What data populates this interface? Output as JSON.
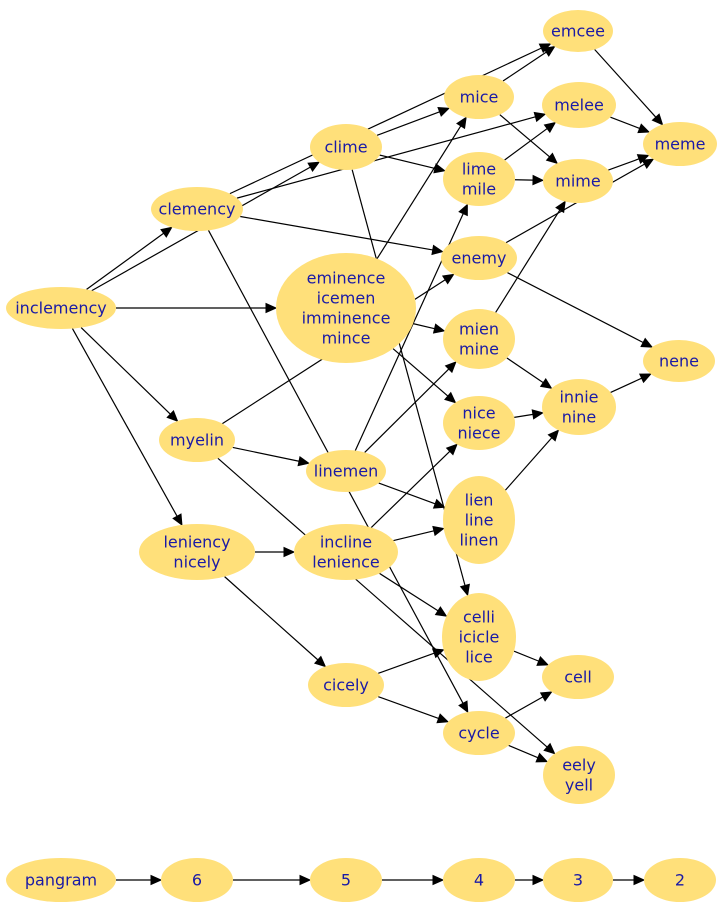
{
  "nodes": [
    {
      "id": "inclemency",
      "lines": [
        "inclemency"
      ]
    },
    {
      "id": "clemency",
      "lines": [
        "clemency"
      ]
    },
    {
      "id": "clime",
      "lines": [
        "clime"
      ]
    },
    {
      "id": "emcee",
      "lines": [
        "emcee"
      ]
    },
    {
      "id": "mice",
      "lines": [
        "mice"
      ]
    },
    {
      "id": "melee",
      "lines": [
        "melee"
      ]
    },
    {
      "id": "meme",
      "lines": [
        "meme"
      ]
    },
    {
      "id": "lime",
      "lines": [
        "lime",
        "mile"
      ]
    },
    {
      "id": "mime",
      "lines": [
        "mime"
      ]
    },
    {
      "id": "enemy",
      "lines": [
        "enemy"
      ]
    },
    {
      "id": "eminence",
      "lines": [
        "eminence",
        "icemen",
        "imminence",
        "mince"
      ]
    },
    {
      "id": "mien",
      "lines": [
        "mien",
        "mine"
      ]
    },
    {
      "id": "nene",
      "lines": [
        "nene"
      ]
    },
    {
      "id": "innie",
      "lines": [
        "innie",
        "nine"
      ]
    },
    {
      "id": "nice",
      "lines": [
        "nice",
        "niece"
      ]
    },
    {
      "id": "myelin",
      "lines": [
        "myelin"
      ]
    },
    {
      "id": "linemen",
      "lines": [
        "linemen"
      ]
    },
    {
      "id": "lien",
      "lines": [
        "lien",
        "line",
        "linen"
      ]
    },
    {
      "id": "leniency",
      "lines": [
        "leniency",
        "nicely"
      ]
    },
    {
      "id": "incline",
      "lines": [
        "incline",
        "lenience"
      ]
    },
    {
      "id": "celli",
      "lines": [
        "celli",
        "icicle",
        "lice"
      ]
    },
    {
      "id": "cell",
      "lines": [
        "cell"
      ]
    },
    {
      "id": "cicely",
      "lines": [
        "cicely"
      ]
    },
    {
      "id": "cycle",
      "lines": [
        "cycle"
      ]
    },
    {
      "id": "eely",
      "lines": [
        "eely",
        "yell"
      ]
    },
    {
      "id": "pangram",
      "lines": [
        "pangram"
      ]
    },
    {
      "id": "n6",
      "lines": [
        "6"
      ]
    },
    {
      "id": "n5",
      "lines": [
        "5"
      ]
    },
    {
      "id": "n4",
      "lines": [
        "4"
      ]
    },
    {
      "id": "n3",
      "lines": [
        "3"
      ]
    },
    {
      "id": "n2",
      "lines": [
        "2"
      ]
    }
  ],
  "edges": [
    [
      "inclemency",
      "clemency"
    ],
    [
      "inclemency",
      "clime"
    ],
    [
      "inclemency",
      "eminence"
    ],
    [
      "inclemency",
      "myelin"
    ],
    [
      "inclemency",
      "leniency"
    ],
    [
      "clemency",
      "emcee"
    ],
    [
      "clemency",
      "melee"
    ],
    [
      "clemency",
      "enemy"
    ],
    [
      "clemency",
      "cycle"
    ],
    [
      "clime",
      "mice"
    ],
    [
      "clime",
      "lime"
    ],
    [
      "clime",
      "celli"
    ],
    [
      "mice",
      "emcee"
    ],
    [
      "mice",
      "mime"
    ],
    [
      "emcee",
      "meme"
    ],
    [
      "melee",
      "meme"
    ],
    [
      "mime",
      "meme"
    ],
    [
      "lime",
      "melee"
    ],
    [
      "lime",
      "mime"
    ],
    [
      "enemy",
      "meme"
    ],
    [
      "enemy",
      "nene"
    ],
    [
      "eminence",
      "mice"
    ],
    [
      "eminence",
      "mien"
    ],
    [
      "eminence",
      "nice"
    ],
    [
      "mien",
      "mime"
    ],
    [
      "mien",
      "innie"
    ],
    [
      "innie",
      "nene"
    ],
    [
      "nice",
      "innie"
    ],
    [
      "myelin",
      "enemy"
    ],
    [
      "myelin",
      "linemen"
    ],
    [
      "myelin",
      "eely"
    ],
    [
      "linemen",
      "lime"
    ],
    [
      "linemen",
      "mien"
    ],
    [
      "linemen",
      "lien"
    ],
    [
      "lien",
      "innie"
    ],
    [
      "leniency",
      "incline"
    ],
    [
      "leniency",
      "cicely"
    ],
    [
      "incline",
      "nice"
    ],
    [
      "incline",
      "lien"
    ],
    [
      "incline",
      "celli"
    ],
    [
      "celli",
      "cell"
    ],
    [
      "cicely",
      "celli"
    ],
    [
      "cicely",
      "cycle"
    ],
    [
      "cycle",
      "cell"
    ],
    [
      "cycle",
      "eely"
    ],
    [
      "pangram",
      "n6"
    ],
    [
      "n6",
      "n5"
    ],
    [
      "n5",
      "n4"
    ],
    [
      "n4",
      "n3"
    ],
    [
      "n3",
      "n2"
    ]
  ]
}
